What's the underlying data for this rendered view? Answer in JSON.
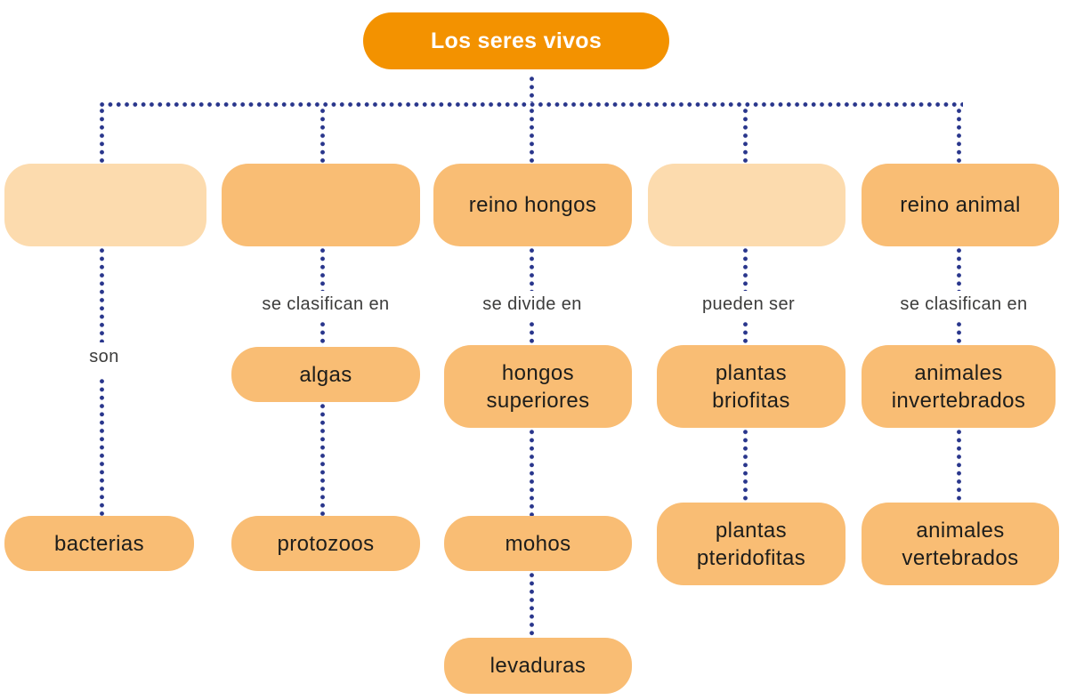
{
  "diagram_title": "Los seres vivos",
  "colors": {
    "root_fill": "#F39200",
    "node_fill": "#F9BD74",
    "node_fill_light": "#FCDBAE",
    "connector_dots": "#29368C",
    "node_text": "#1D1D1B",
    "label_text": "#3C3C3B",
    "root_text": "#FFFFFF"
  },
  "columns": [
    {
      "header": "",
      "relation": "son",
      "nodes": [
        "bacterias"
      ]
    },
    {
      "header": "",
      "relation": "se clasifican en",
      "nodes": [
        "algas",
        "protozoos"
      ]
    },
    {
      "header": "reino hongos",
      "relation": "se divide en",
      "nodes": [
        "hongos superiores",
        "mohos",
        "levaduras"
      ]
    },
    {
      "header": "",
      "relation": "pueden ser",
      "nodes": [
        "plantas briofitas",
        "plantas pteridofitas"
      ]
    },
    {
      "header": "reino animal",
      "relation": "se clasifican en",
      "nodes": [
        "animales invertebrados",
        "animales vertebrados"
      ]
    }
  ]
}
